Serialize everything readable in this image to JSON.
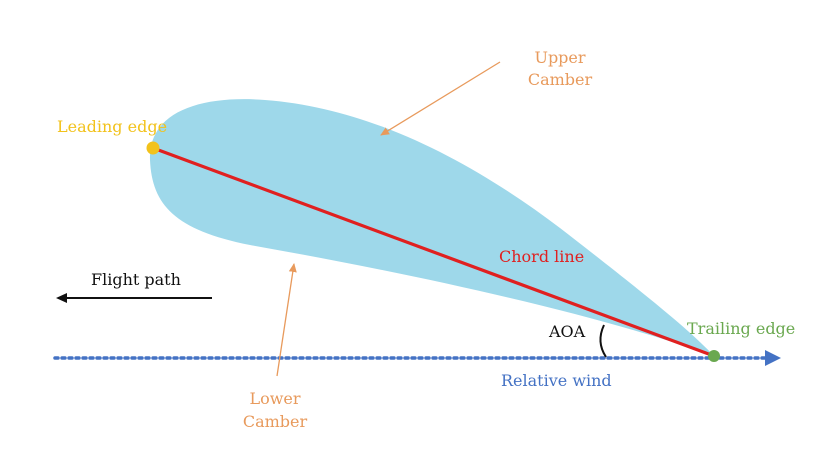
{
  "labels": {
    "upper_camber_line1": "Upper",
    "upper_camber_line2": "Camber",
    "leading_edge": "Leading edge",
    "chord_line": "Chord line",
    "flight_path": "Flight path",
    "aoa": "AOA",
    "trailing_edge": "Trailing edge",
    "relative_wind": "Relative wind",
    "lower_camber_line1": "Lower",
    "lower_camber_line2": "Camber"
  },
  "colors": {
    "airfoil_fill": "#9ed8ea",
    "chord": "#e02020",
    "leading_edge": "#f2c21b",
    "trailing_edge": "#6aa84f",
    "camber_arrow": "#e89a5c",
    "relative_wind": "#4472c4",
    "flight_path": "#111111",
    "aoa_arc": "#111111"
  }
}
